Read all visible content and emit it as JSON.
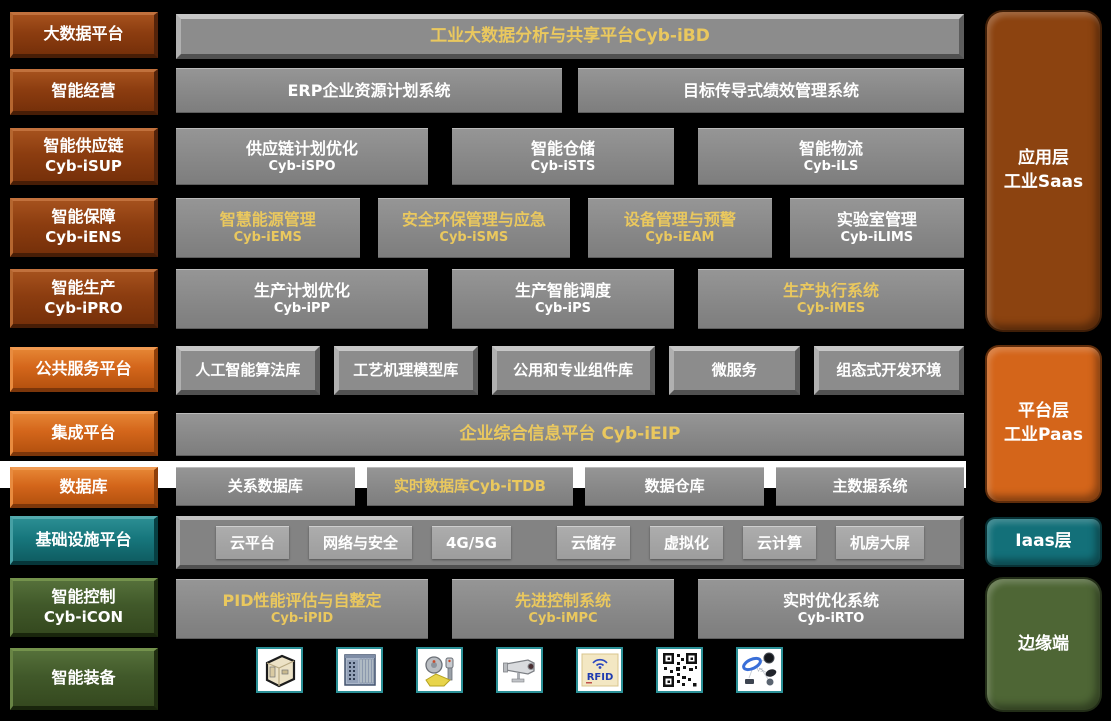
{
  "diagram": {
    "left_labels": [
      {
        "title": "大数据平台"
      },
      {
        "title": "智能经营"
      },
      {
        "title": "智能供应链",
        "code": "Cyb-iSUP"
      },
      {
        "title": "智能保障",
        "code": "Cyb-iENS"
      },
      {
        "title": "智能生产",
        "code": "Cyb-iPRO"
      },
      {
        "title": "公共服务平台"
      },
      {
        "title": "集成平台"
      },
      {
        "title": "数据库"
      },
      {
        "title": "基础设施平台"
      },
      {
        "title": "智能控制",
        "code": "Cyb-iCON"
      },
      {
        "title": "智能装备"
      }
    ],
    "right_labels": [
      {
        "line1": "应用层",
        "line2": "工业Saas"
      },
      {
        "line1": "平台层",
        "line2": "工业Paas"
      },
      {
        "line1": "Iaas层"
      },
      {
        "line1": "边缘端"
      }
    ],
    "rows": {
      "bigdata": {
        "title": "工业大数据分析与共享平台Cyb-iBD"
      },
      "business": [
        {
          "title": "ERP企业资源计划系统"
        },
        {
          "title": "目标传导式绩效管理系统"
        }
      ],
      "supply": [
        {
          "title": "供应链计划优化",
          "code": "Cyb-iSPO"
        },
        {
          "title": "智能仓储",
          "code": "Cyb-iSTS"
        },
        {
          "title": "智能物流",
          "code": "Cyb-iLS"
        }
      ],
      "support": [
        {
          "title": "智慧能源管理",
          "code": "Cyb-iEMS"
        },
        {
          "title": "安全环保管理与应急",
          "code": "Cyb-iSMS"
        },
        {
          "title": "设备管理与预警",
          "code": "Cyb-iEAM"
        },
        {
          "title": "实验室管理",
          "code": "Cyb-iLIMS"
        }
      ],
      "production": [
        {
          "title": "生产计划优化",
          "code": "Cyb-iPP"
        },
        {
          "title": "生产智能调度",
          "code": "Cyb-iPS"
        },
        {
          "title": "生产执行系统",
          "code": "Cyb-iMES"
        }
      ],
      "services": [
        {
          "title": "人工智能算法库"
        },
        {
          "title": "工艺机理模型库"
        },
        {
          "title": "公用和专业组件库"
        },
        {
          "title": "微服务"
        },
        {
          "title": "组态式开发环境"
        }
      ],
      "integration": {
        "title": "企业综合信息平台 Cyb-iEIP"
      },
      "database": [
        {
          "title": "关系数据库"
        },
        {
          "title": "实时数据库Cyb-iTDB"
        },
        {
          "title": "数据仓库"
        },
        {
          "title": "主数据系统"
        }
      ],
      "infrastructure": [
        {
          "title": "云平台"
        },
        {
          "title": "网络与安全"
        },
        {
          "title": "4G/5G"
        },
        {
          "title": "云储存"
        },
        {
          "title": "虚拟化"
        },
        {
          "title": "云计算"
        },
        {
          "title": "机房大屏"
        }
      ],
      "control": [
        {
          "title": "PID性能评估与自整定",
          "code": "Cyb-iPID"
        },
        {
          "title": "先进控制系统",
          "code": "Cyb-iMPC"
        },
        {
          "title": "实时优化系统",
          "code": "Cyb-iRTO"
        }
      ],
      "equipment_icons": [
        "control-cabinet",
        "plc-rack",
        "field-instruments",
        "cctv-camera",
        "rfid-tag",
        "qr-code",
        "wearable-devices"
      ]
    },
    "rfid_label": "RFID",
    "colors": {
      "background": "#000000",
      "box_gray": "#8A8A8A",
      "accent_yellow": "#EAC85E",
      "brown": "#8C3D10",
      "orange": "#D4661B",
      "teal": "#17777D",
      "green": "#41592A"
    }
  }
}
